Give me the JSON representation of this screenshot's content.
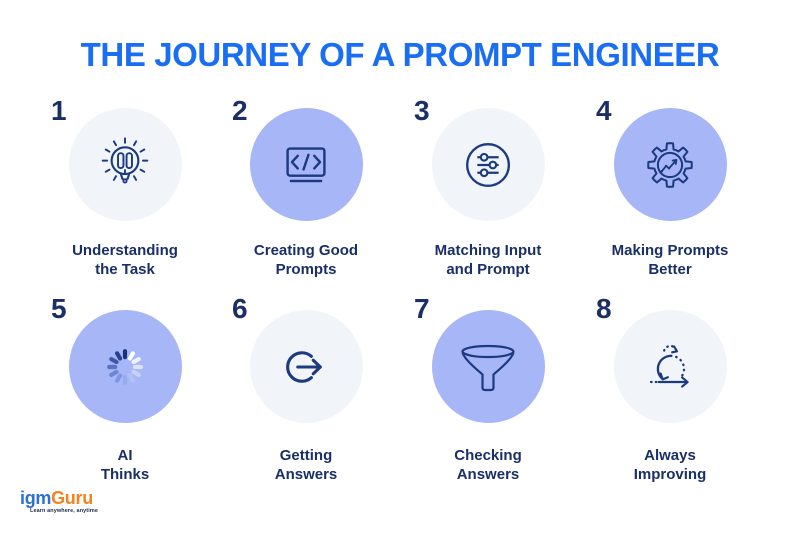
{
  "title": "THE JOURNEY OF A PROMPT ENGINEER",
  "steps": [
    {
      "number": "1",
      "label": "Understanding\nthe Task",
      "icon": "bulb-brain-icon",
      "variant": "light"
    },
    {
      "number": "2",
      "label": "Creating Good\nPrompts",
      "icon": "code-screen-icon",
      "variant": "purple"
    },
    {
      "number": "3",
      "label": "Matching Input\nand Prompt",
      "icon": "sliders-icon",
      "variant": "light"
    },
    {
      "number": "4",
      "label": "Making Prompts\nBetter",
      "icon": "gear-chart-icon",
      "variant": "purple"
    },
    {
      "number": "5",
      "label": "AI\nThinks",
      "icon": "spinner-icon",
      "variant": "purple"
    },
    {
      "number": "6",
      "label": "Getting\nAnswers",
      "icon": "arrow-out-icon",
      "variant": "light"
    },
    {
      "number": "7",
      "label": "Checking\nAnswers",
      "icon": "funnel-icon",
      "variant": "purple"
    },
    {
      "number": "8",
      "label": "Always\nImproving",
      "icon": "agile-loop-icon",
      "variant": "light"
    }
  ],
  "logo": {
    "part1": "igm",
    "part2": "Guru",
    "tagline": "Learn anywhere, anytime"
  },
  "colors": {
    "title": "#1a6ef3",
    "text_navy": "#1a2f66",
    "icon_navy": "#1c3a80",
    "circle_purple": "#a6b6f6",
    "circle_light": "#f1f5fa",
    "logo_blue": "#2e6fd4",
    "logo_orange": "#f58220",
    "background": "#ffffff"
  }
}
